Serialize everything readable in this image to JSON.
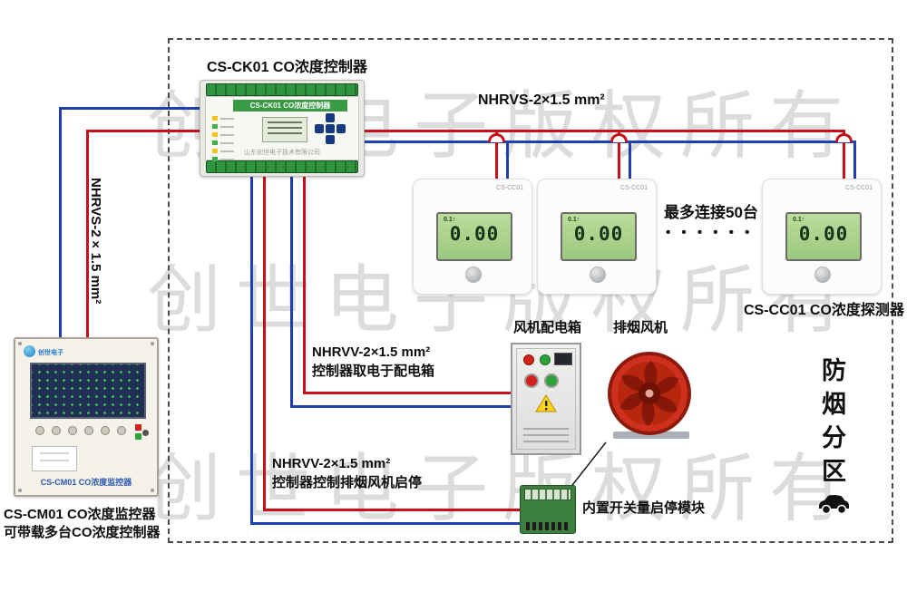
{
  "labels": {
    "watermark": "创世电子版权所有",
    "controller_title": "CS-CK01 CO浓度控制器",
    "cable_top": "NHRVS-2×1.5 mm²",
    "cable_left": "NHRVS-2×1.5 mm²",
    "max_connect": "最多连接50台",
    "max_connect_dots": "• • • • • •",
    "detector_caption": "CS-CC01 CO浓度探测器",
    "fanbox_caption": "风机配电箱",
    "fan_caption": "排烟风机",
    "cable_power_1": "NHRVV-2×1.5 mm²",
    "cable_power_2": "控制器取电于配电箱",
    "cable_ctrl_1": "NHRVV-2×1.5 mm²",
    "cable_ctrl_2": "控制器控制排烟风机启停",
    "module_caption": "内置开关量启停模块",
    "zone_label": "防烟分区",
    "monitor_caption_1": "CS-CM01 CO浓度监控器",
    "monitor_caption_2": "可带载多台CO浓度控制器"
  },
  "devices": {
    "controller": {
      "header": "CS-CK01 CO浓度控制器",
      "footer": "山东创世电子技术有限公司"
    },
    "detector": {
      "model": "CS-CC01",
      "lcd_small": "0.1↑",
      "lcd_value": "0.00"
    },
    "monitor": {
      "brand": "创世电子",
      "label": "CS-CM01 CO浓度监控器"
    }
  },
  "colors": {
    "wire_red": "#c8101a",
    "wire_blue": "#1f3fae"
  }
}
